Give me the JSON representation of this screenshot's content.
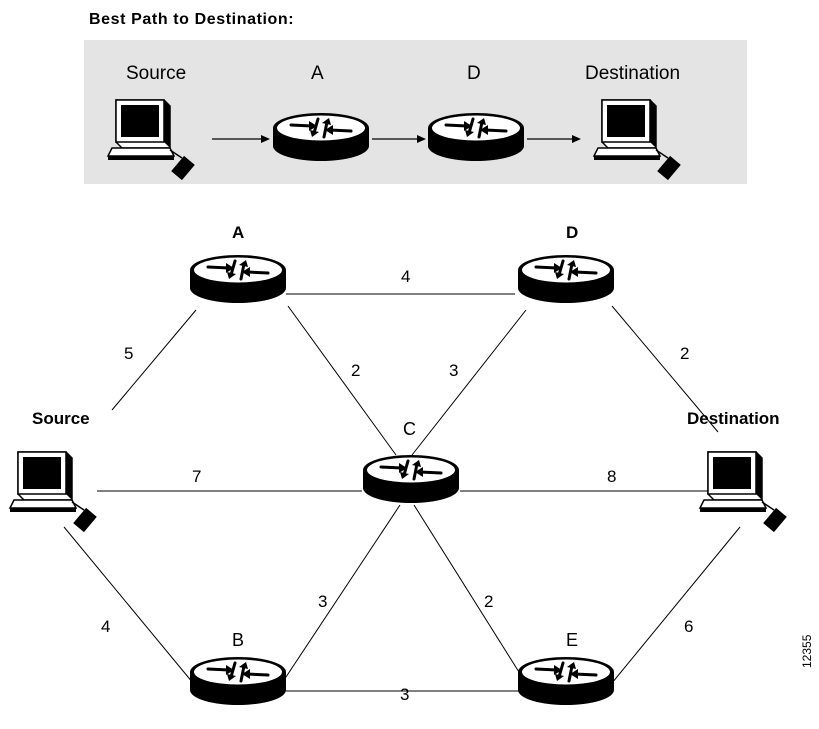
{
  "title": "Best Path to Destination:",
  "best_path": {
    "source_label": "Source",
    "hop1_label": "A",
    "hop2_label": "D",
    "destination_label": "Destination"
  },
  "network": {
    "nodes": {
      "source": "Source",
      "a": "A",
      "b": "B",
      "c": "C",
      "d": "D",
      "e": "E",
      "destination": "Destination"
    },
    "links": [
      {
        "from": "A",
        "to": "D",
        "weight": "4"
      },
      {
        "from": "Source",
        "to": "A",
        "weight": "5"
      },
      {
        "from": "A",
        "to": "C",
        "weight": "2"
      },
      {
        "from": "D",
        "to": "C",
        "weight": "3"
      },
      {
        "from": "D",
        "to": "Destination",
        "weight": "2"
      },
      {
        "from": "Source",
        "to": "C",
        "weight": "7"
      },
      {
        "from": "C",
        "to": "Destination",
        "weight": "8"
      },
      {
        "from": "Source",
        "to": "B",
        "weight": "4"
      },
      {
        "from": "B",
        "to": "C",
        "weight": "3"
      },
      {
        "from": "C",
        "to": "E",
        "weight": "2"
      },
      {
        "from": "E",
        "to": "Destination",
        "weight": "6"
      },
      {
        "from": "B",
        "to": "E",
        "weight": "3"
      }
    ]
  },
  "figure_id": "12355",
  "colors": {
    "panel": "#e4e4e4",
    "router_top": "#ffffff",
    "router_body": "#000000",
    "line": "#000000"
  }
}
